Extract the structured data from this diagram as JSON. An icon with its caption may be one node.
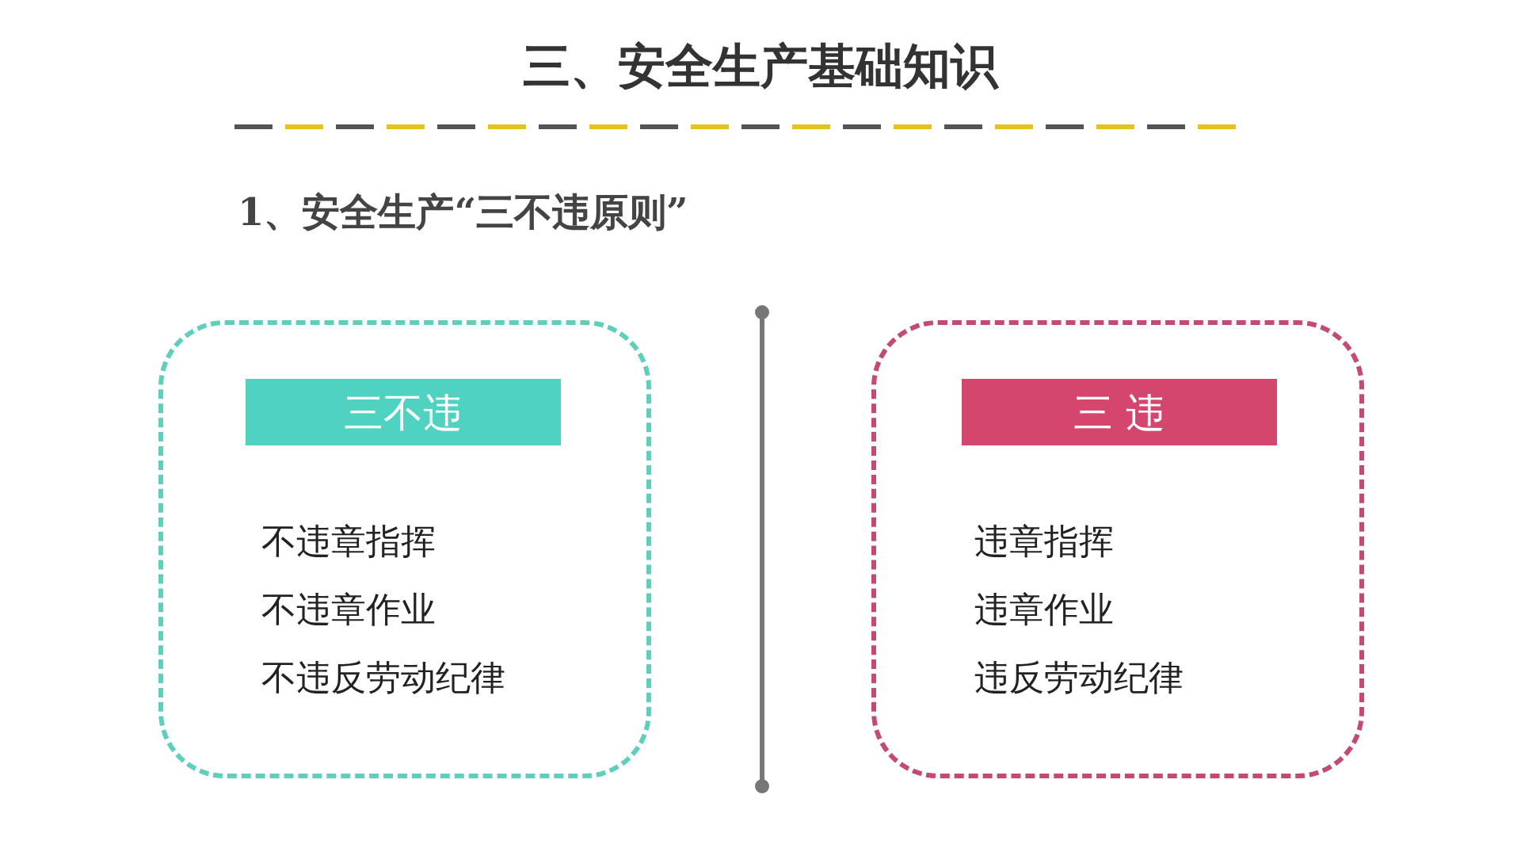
{
  "diagram": {
    "title": "三、安全生产基础知识",
    "nodes": [
      {
        "text": [
          "不违章指挥",
          "不违章作业",
          "不违反劳动纪律"
        ]
      },
      {
        "text": [
          "三不违"
        ],
        "in": 0
      },
      {
        "text": [
          "违章指挥",
          "违章作业",
          "违反劳动纪律"
        ]
      },
      {
        "text": [
          "三 违"
        ],
        "in": 2
      }
    ],
    "edges": [],
    "labels": [
      "1、安全生产“三不违原则”"
    ]
  }
}
